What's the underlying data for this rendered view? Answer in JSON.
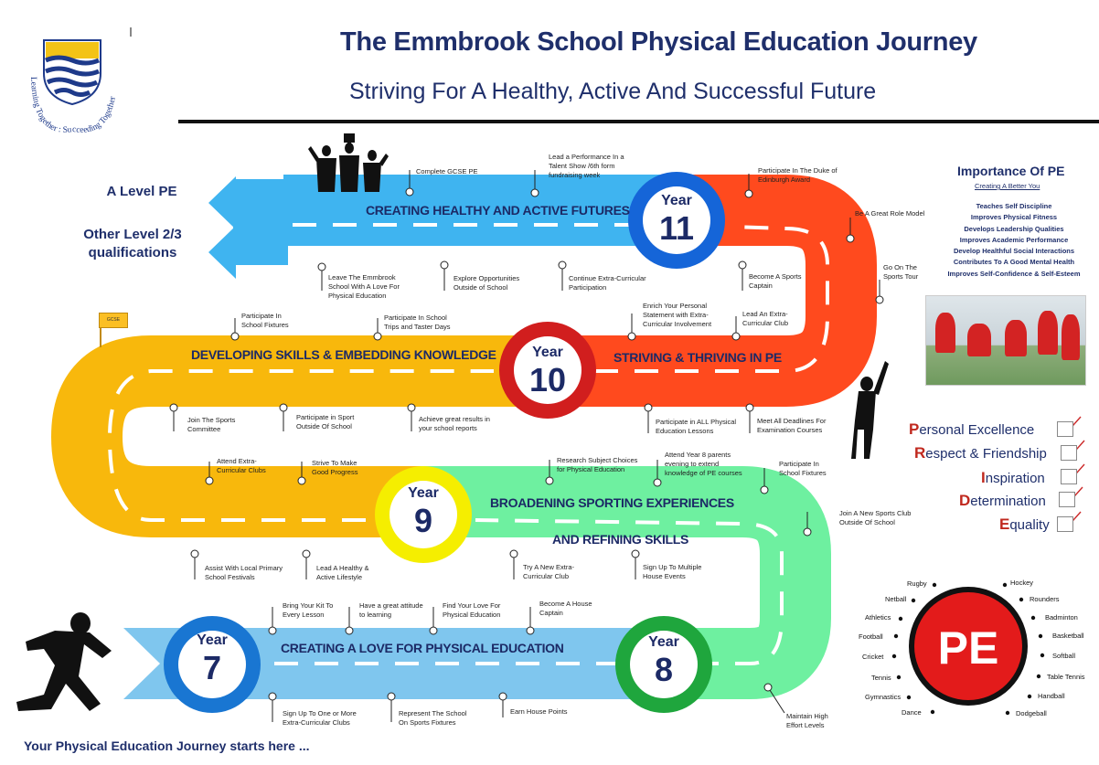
{
  "header": {
    "title": "The Emmbrook School Physical Education Journey",
    "subtitle": "Striving For A Healthy, Active And Successful Future",
    "logo_motto": "Learning Together : Succeeding Together"
  },
  "colors": {
    "navy": "#1f2f6b",
    "year7_road": "#7fc6ee",
    "year8_9_road": "#6ef0a0",
    "year9_10_road": "#f8b80c",
    "year10_11_road": "#ff4a1e",
    "year11_road": "#3fb4f0",
    "pe_badge": "#e31b1b"
  },
  "roads": {
    "y7": "CREATING A LOVE FOR PHYSICAL EDUCATION",
    "y8a": "BROADENING SPORTING EXPERIENCES",
    "y8b": "AND REFINING SKILLS",
    "y9": "DEVELOPING SKILLS & EMBEDDING KNOWLEDGE",
    "y10": "STRIVING & THRIVING IN PE",
    "y11": "CREATING HEALTHY AND ACTIVE FUTURES"
  },
  "years": {
    "label": "Year",
    "y7": "7",
    "y8": "8",
    "y9": "9",
    "y10": "10",
    "y11": "11"
  },
  "destinations": {
    "a_level": "A Level PE",
    "other": "Other Level 2/3 qualifications"
  },
  "gcse_flag": "GCSE",
  "milestones": {
    "m1": "Complete GCSE PE",
    "m2": "Lead a Performance In a Talent Show /6th form fundraising week",
    "m3": "Participate In The Duke of Edinburgh Award",
    "m4": "Be A Great Role Model",
    "m5": "Go On The Sports Tour",
    "m6": "Leave The Emmbrook School With A Love For Physical Education",
    "m7": "Explore Opportunities Outside of School",
    "m8": "Continue Extra-Curricular Participation",
    "m9": "Become A Sports Captain",
    "m10": "Participate In School Fixtures",
    "m11": "Participate In School Trips and Taster Days",
    "m12": "Enrich Your Personal Statement with Extra-Curricular Involvement",
    "m13": "Lead An Extra-Curricular Club",
    "m14": "Join The Sports Committee",
    "m15": "Participate in Sport Outside Of School",
    "m16": "Achieve great results in your school reports",
    "m17": "Participate in ALL Physical Education Lessons",
    "m18": "Meet All Deadlines For Examination Courses",
    "m19": "Attend Extra-Curricular Clubs",
    "m20": "Strive To Make Good Progress",
    "m21": "Research Subject Choices for Physical Education",
    "m22": "Attend Year 8 parents evening to extend knowledge of PE courses",
    "m23": "Participate In School Fixtures",
    "m24": "Join A New Sports Club Outside Of School",
    "m25": "Assist With Local Primary School Festivals",
    "m26": "Lead A Healthy & Active Lifestyle",
    "m27": "Try A New Extra-Curricular Club",
    "m28": "Sign Up To Multiple House Events",
    "m29": "Bring Your Kit To Every Lesson",
    "m30": "Have a great attitude to learning",
    "m31": "Find Your Love For Physical Education",
    "m32": "Become A House Captain",
    "m33": "Sign Up To One or More Extra-Curricular Clubs",
    "m34": "Represent The School On Sports Fixtures",
    "m35": "Earn House Points",
    "m36": "Maintain High Effort Levels"
  },
  "importance": {
    "title": "Importance Of PE",
    "subtitle": "Creating A Better You",
    "items": [
      "Teaches Self Discipline",
      "Improves Physical Fitness",
      "Develops Leadership Qualities",
      "Improves Academic Performance",
      "Develop Healthful Social Interactions",
      "Contributes To A Good Mental Health",
      "Improves Self-Confidence & Self-Esteem"
    ]
  },
  "values": [
    {
      "initial": "P",
      "rest": "ersonal Excellence"
    },
    {
      "initial": "R",
      "rest": "espect & Friendship"
    },
    {
      "initial": "I",
      "rest": "nspiration"
    },
    {
      "initial": "D",
      "rest": "etermination"
    },
    {
      "initial": "E",
      "rest": "quality"
    }
  ],
  "pe_badge": "PE",
  "sports": {
    "rugby": "Rugby",
    "netball": "Netball",
    "athletics": "Athletics",
    "football": "Football",
    "cricket": "Cricket",
    "tennis": "Tennis",
    "gymnastics": "Gymnastics",
    "dance": "Dance",
    "hockey": "Hockey",
    "rounders": "Rounders",
    "badminton": "Badminton",
    "basketball": "Basketball",
    "softball": "Softball",
    "table_tennis": "Table Tennis",
    "handball": "Handball",
    "dodgeball": "Dodgeball"
  },
  "footer": "Your Physical Education Journey starts here ..."
}
